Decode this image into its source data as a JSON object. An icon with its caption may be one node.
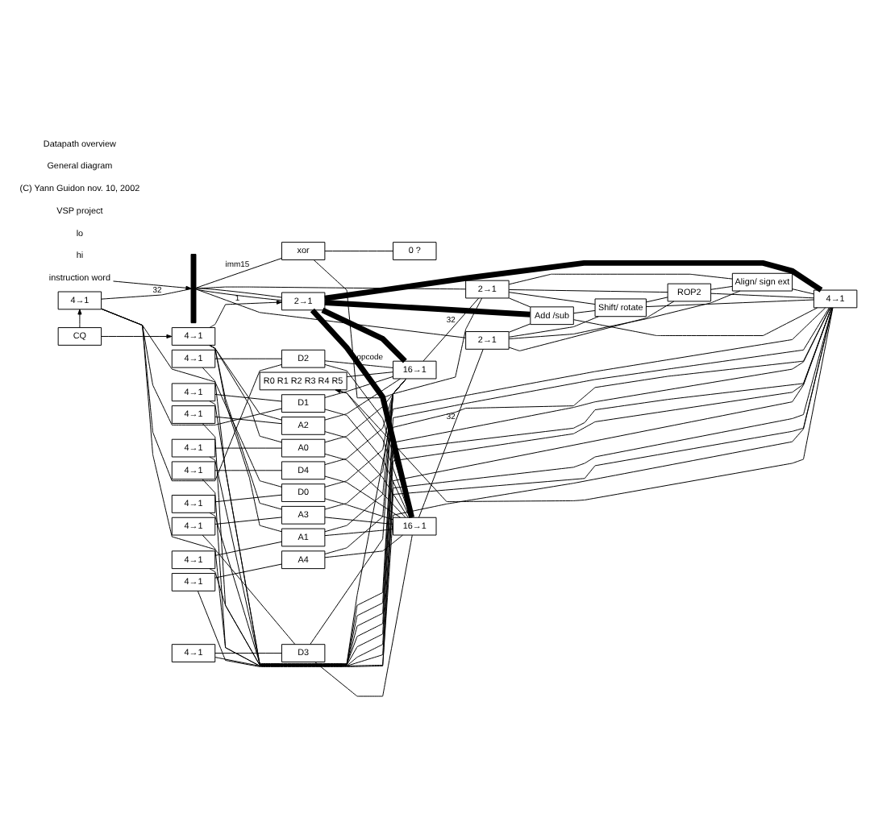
{
  "diagram": {
    "nodes": [
      {
        "text": [
          "instruction word"
        ]
      },
      {
        "text": [
          "4→1"
        ]
      },
      {
        "text": [],
        "shape": "bar"
      },
      {
        "text": [
          "2→1"
        ]
      },
      {
        "text": [
          "CQ"
        ]
      },
      {
        "text": [
          "4→1"
        ]
      },
      {
        "text": [
          "xor"
        ]
      },
      {
        "text": [
          "0 ?"
        ]
      },
      {
        "text": [
          "4→1"
        ]
      },
      {
        "text": [
          "D0"
        ]
      },
      {
        "text": [
          "4→1"
        ]
      },
      {
        "text": [
          "A0"
        ]
      },
      {
        "text": [
          "4→1"
        ]
      },
      {
        "text": [
          "D1"
        ]
      },
      {
        "text": [
          "4→1"
        ]
      },
      {
        "text": [
          "A1"
        ]
      },
      {
        "text": [
          "4→1"
        ]
      },
      {
        "text": [
          "D2"
        ]
      },
      {
        "text": [
          "4→1"
        ]
      },
      {
        "text": [
          "A2"
        ]
      },
      {
        "text": [
          "4→1"
        ]
      },
      {
        "text": [
          "D3"
        ]
      },
      {
        "text": [
          "4→1"
        ]
      },
      {
        "text": [
          "A3"
        ]
      },
      {
        "text": [
          "4→1"
        ]
      },
      {
        "text": [
          "D4"
        ]
      },
      {
        "text": [
          "4→1"
        ]
      },
      {
        "text": [
          "A4"
        ]
      },
      {
        "text": [
          "R0 R1 R2 R3 R4 R5"
        ]
      },
      {
        "text": [
          "16→1"
        ]
      },
      {
        "text": [
          "16→1"
        ]
      },
      {
        "text": [
          "2→1"
        ]
      },
      {
        "text": [
          "2→1"
        ]
      },
      {
        "text": [
          "Add /sub"
        ]
      },
      {
        "text": [
          "Shift/ rotate"
        ]
      },
      {
        "text": [
          "ROP2"
        ]
      },
      {
        "text": [
          "Align/ sign ext"
        ]
      },
      {
        "text": [
          "4→1"
        ]
      }
    ],
    "edges": [
      {
        "from": 0,
        "to": 2,
        "arrow": "to"
      },
      {
        "from": 1,
        "to": 2,
        "arrow": "none",
        "label": "32"
      },
      {
        "from": 2,
        "to": 3,
        "arrow": "none"
      },
      {
        "from": 2,
        "to": 3,
        "arrow": "none"
      },
      {
        "from": 4,
        "to": 1,
        "arrow": "to"
      },
      {
        "from": 4,
        "to": 5,
        "arrow": "to"
      },
      {
        "from": 5,
        "to": 3,
        "arrow": "to",
        "label": "1"
      },
      {
        "from": 3,
        "to": 29,
        "arrow": "none",
        "label": "opcode",
        "style": "thick"
      },
      {
        "from": 3,
        "to": 30,
        "arrow": "none",
        "style": "thick"
      },
      {
        "from": 3,
        "to": 33,
        "arrow": "none",
        "style": "thick"
      },
      {
        "from": 3,
        "to": 37,
        "arrow": "none",
        "style": "thick"
      },
      {
        "from": 2,
        "to": 6,
        "arrow": "none",
        "label": "imm15"
      },
      {
        "from": 2,
        "to": 31,
        "arrow": "none"
      },
      {
        "from": 2,
        "to": 32,
        "arrow": "none"
      },
      {
        "from": 32,
        "to": 6,
        "arrow": "none"
      },
      {
        "from": 6,
        "to": 7,
        "arrow": "none"
      },
      {
        "from": 9,
        "to": 1,
        "arrow": "none"
      },
      {
        "from": 13,
        "to": 1,
        "arrow": "none"
      },
      {
        "from": 17,
        "to": 1,
        "arrow": "none"
      },
      {
        "from": 21,
        "to": 1,
        "arrow": "none"
      },
      {
        "from": 11,
        "to": 5,
        "arrow": "none"
      },
      {
        "from": 15,
        "to": 5,
        "arrow": "none"
      },
      {
        "from": 19,
        "to": 5,
        "arrow": "none"
      },
      {
        "from": 23,
        "to": 5,
        "arrow": "none"
      },
      {
        "from": 8,
        "to": 9,
        "arrow": "none"
      },
      {
        "from": 10,
        "to": 11,
        "arrow": "none"
      },
      {
        "from": 12,
        "to": 13,
        "arrow": "none"
      },
      {
        "from": 14,
        "to": 15,
        "arrow": "none"
      },
      {
        "from": 16,
        "to": 17,
        "arrow": "none"
      },
      {
        "from": 18,
        "to": 19,
        "arrow": "none"
      },
      {
        "from": 20,
        "to": 21,
        "arrow": "none"
      },
      {
        "from": 22,
        "to": 23,
        "arrow": "none"
      },
      {
        "from": 24,
        "to": 25,
        "arrow": "none"
      },
      {
        "from": 26,
        "to": 27,
        "arrow": "none"
      },
      {
        "from": 9,
        "to": 29,
        "arrow": "none"
      },
      {
        "from": 11,
        "to": 29,
        "arrow": "none"
      },
      {
        "from": 13,
        "to": 29,
        "arrow": "none"
      },
      {
        "from": 15,
        "to": 29,
        "arrow": "none"
      },
      {
        "from": 17,
        "to": 29,
        "arrow": "none"
      },
      {
        "from": 19,
        "to": 29,
        "arrow": "none"
      },
      {
        "from": 21,
        "to": 29,
        "arrow": "none"
      },
      {
        "from": 23,
        "to": 29,
        "arrow": "none"
      },
      {
        "from": 25,
        "to": 29,
        "arrow": "none"
      },
      {
        "from": 27,
        "to": 29,
        "arrow": "none"
      },
      {
        "from": 28,
        "to": 29,
        "arrow": "none"
      },
      {
        "from": 9,
        "to": 30,
        "arrow": "none"
      },
      {
        "from": 11,
        "to": 30,
        "arrow": "none"
      },
      {
        "from": 13,
        "to": 30,
        "arrow": "none"
      },
      {
        "from": 15,
        "to": 30,
        "arrow": "none"
      },
      {
        "from": 17,
        "to": 30,
        "arrow": "none"
      },
      {
        "from": 19,
        "to": 30,
        "arrow": "none"
      },
      {
        "from": 21,
        "to": 30,
        "arrow": "none"
      },
      {
        "from": 23,
        "to": 30,
        "arrow": "none"
      },
      {
        "from": 25,
        "to": 30,
        "arrow": "none"
      },
      {
        "from": 27,
        "to": 30,
        "arrow": "none"
      },
      {
        "from": 28,
        "to": 30,
        "arrow": "none"
      },
      {
        "from": 29,
        "to": 31,
        "arrow": "none",
        "label": "32"
      },
      {
        "from": 30,
        "to": 32,
        "arrow": "none",
        "label": "32"
      },
      {
        "from": 31,
        "to": 33,
        "arrow": "none"
      },
      {
        "from": 31,
        "to": 34,
        "arrow": "none"
      },
      {
        "from": 31,
        "to": 35,
        "arrow": "none"
      },
      {
        "from": 31,
        "to": 36,
        "arrow": "none"
      },
      {
        "from": 32,
        "to": 33,
        "arrow": "none"
      },
      {
        "from": 32,
        "to": 34,
        "arrow": "none"
      },
      {
        "from": 32,
        "to": 35,
        "arrow": "none"
      },
      {
        "from": 32,
        "to": 36,
        "arrow": "none"
      },
      {
        "from": 33,
        "to": 34,
        "arrow": "none"
      },
      {
        "from": 34,
        "to": 35,
        "arrow": "none"
      },
      {
        "from": 35,
        "to": 36,
        "arrow": "none"
      },
      {
        "from": 33,
        "to": 37,
        "arrow": "none"
      },
      {
        "from": 34,
        "to": 37,
        "arrow": "none"
      },
      {
        "from": 35,
        "to": 37,
        "arrow": "none"
      },
      {
        "from": 36,
        "to": 37,
        "arrow": "none"
      },
      {
        "from": 37,
        "to": 8,
        "arrow": "none"
      },
      {
        "from": 37,
        "to": 10,
        "arrow": "none"
      },
      {
        "from": 37,
        "to": 12,
        "arrow": "none"
      },
      {
        "from": 37,
        "to": 14,
        "arrow": "none"
      },
      {
        "from": 37,
        "to": 16,
        "arrow": "none"
      },
      {
        "from": 37,
        "to": 18,
        "arrow": "none"
      },
      {
        "from": 37,
        "to": 20,
        "arrow": "none"
      },
      {
        "from": 37,
        "to": 22,
        "arrow": "none"
      },
      {
        "from": 37,
        "to": 24,
        "arrow": "none"
      },
      {
        "from": 37,
        "to": 26,
        "arrow": "none"
      },
      {
        "from": 37,
        "to": 28,
        "arrow": "to"
      }
    ],
    "labels": [
      "hi",
      "lo",
      "VSP project",
      "(C) Yann Guidon nov. 10, 2002",
      "General diagram",
      "Datapath overview"
    ]
  }
}
